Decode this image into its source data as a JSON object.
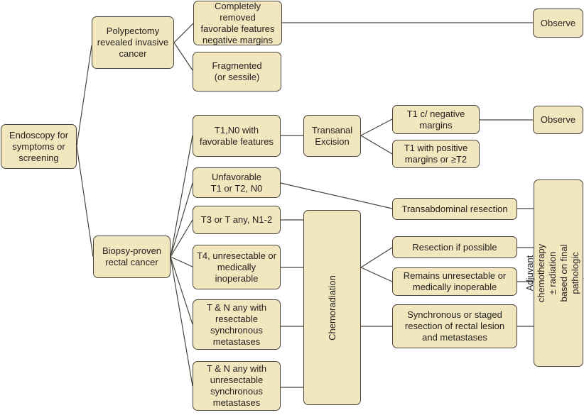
{
  "diagram": {
    "type": "flowchart",
    "title": "",
    "colors": {
      "node_fill": "#f1e6bd",
      "node_border": "#4a463e",
      "line": "#4a463e"
    },
    "nodes": {
      "endoscopy": "Endoscopy for\nsymptoms or\nscreening",
      "polypectomy": "Polypectomy\nrevealed invasive\ncancer",
      "completely_removed": "Completely removed\nfavorable features\nnegative margins",
      "fragmented": "Fragmented\n(or sessile)",
      "observe_1": "Observe",
      "biopsy": "Biopsy-proven\nrectal cancer",
      "t1n0": "T1,N0 with\nfavorable features",
      "transanal": "Transanal\nExcision",
      "t1_negative": "T1 c/ negative\nmargins",
      "t1_positive": "T1 with positive\nmargins or ≥T2",
      "observe_2": "Observe",
      "unfavorable": "Unfavorable\nT1 or T2, N0",
      "t3": "T3 or T any, N1-2",
      "t4": "T4, unresectable or\nmedically\ninoperable",
      "tn_resectable": "T & N any with\nresectable\nsynchronous\nmetastases",
      "tn_unresectable": "T & N any with\nunresectable\nsynchronous\nmetastases",
      "chemoradiation": "Chemoradiation",
      "transabdominal": "Transabdominal resection",
      "resection_possible": "Resection if possible",
      "remains_unresectable": "Remains unresectable or\nmedically inoperable",
      "synchronous_resection": "Synchronous or staged\nresection of rectal lesion\nand metastases",
      "adjuvant": "Adjuvant chemotherapy ± radiation\nbased on final pathologic stage"
    },
    "edges": [
      [
        "endoscopy",
        "polypectomy"
      ],
      [
        "endoscopy",
        "biopsy"
      ],
      [
        "polypectomy",
        "completely_removed"
      ],
      [
        "polypectomy",
        "fragmented"
      ],
      [
        "completely_removed",
        "observe_1"
      ],
      [
        "biopsy",
        "t1n0"
      ],
      [
        "biopsy",
        "unfavorable"
      ],
      [
        "biopsy",
        "t3"
      ],
      [
        "biopsy",
        "t4"
      ],
      [
        "biopsy",
        "tn_resectable"
      ],
      [
        "biopsy",
        "tn_unresectable"
      ],
      [
        "t1n0",
        "transanal"
      ],
      [
        "transanal",
        "t1_negative"
      ],
      [
        "transanal",
        "t1_positive"
      ],
      [
        "t1_negative",
        "observe_2"
      ],
      [
        "unfavorable",
        "transabdominal"
      ],
      [
        "t3",
        "chemoradiation"
      ],
      [
        "t4",
        "chemoradiation"
      ],
      [
        "tn_resectable",
        "chemoradiation"
      ],
      [
        "tn_unresectable",
        "chemoradiation"
      ],
      [
        "chemoradiation",
        "resection_possible"
      ],
      [
        "chemoradiation",
        "remains_unresectable"
      ],
      [
        "chemoradiation",
        "synchronous_resection"
      ],
      [
        "transabdominal",
        "adjuvant"
      ],
      [
        "resection_possible",
        "adjuvant"
      ],
      [
        "remains_unresectable",
        "adjuvant"
      ],
      [
        "synchronous_resection",
        "adjuvant"
      ]
    ]
  }
}
